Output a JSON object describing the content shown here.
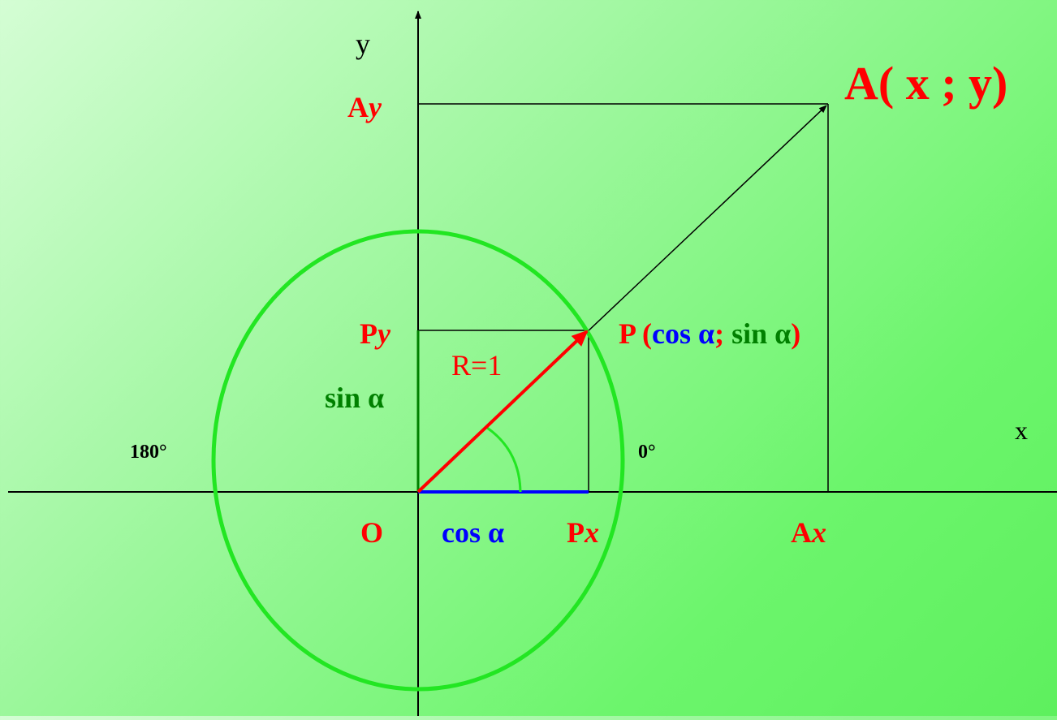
{
  "labels": {
    "y_axis": "y",
    "x_axis": "x",
    "ay_prefix": "A",
    "ay_var": "y",
    "point_a": "A( x ; y)",
    "py_prefix": "P",
    "py_var": "y",
    "point_p_prefix": "P (",
    "point_p_cos": "cos α",
    "point_p_sep": ";",
    "point_p_sin": " sin α",
    "point_p_suffix": ")",
    "radius": "R=1",
    "sin_alpha": "sin α",
    "deg_180": "180°",
    "deg_0": "0°",
    "origin": "O",
    "cos_alpha": "cos α",
    "px_prefix": "P",
    "px_var": "x",
    "ax_prefix": "A",
    "ax_var": "x"
  },
  "colors": {
    "red": "#ff0000",
    "green_text": "#008000",
    "blue": "#0000ff",
    "circle": "#22e622",
    "axis": "#000000"
  }
}
